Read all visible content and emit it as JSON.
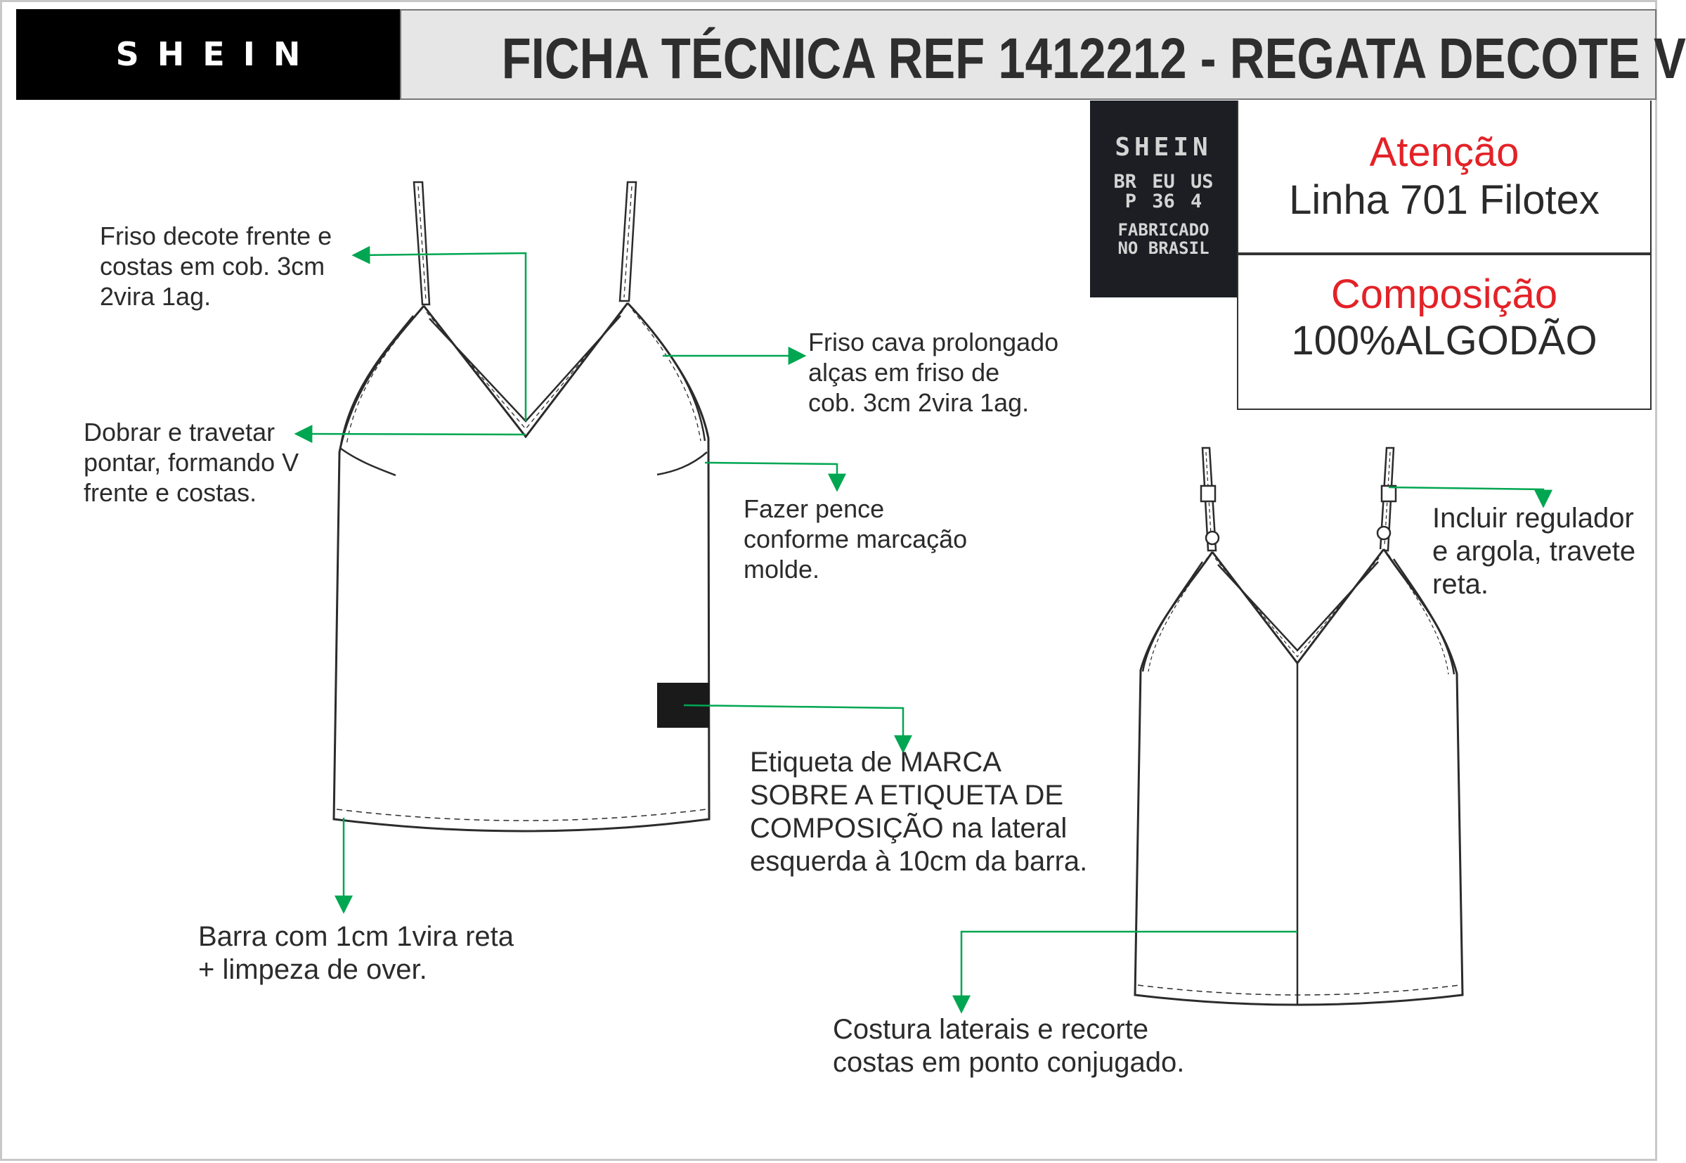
{
  "header": {
    "brand": "SHEIN",
    "title": "FICHA TÉCNICA REF 1412212 - REGATA DECOTE V"
  },
  "label_patch": {
    "brand": "SHEIN",
    "sizes_header": "BR EU US",
    "sizes_values": "P 36 4",
    "made_line1": "FABRICADO",
    "made_line2": "NO BRASIL"
  },
  "attention": {
    "heading": "Atenção",
    "value": "Linha 701 Filotex"
  },
  "composition": {
    "heading": "Composição",
    "value": "100%ALGODÃO"
  },
  "notes": {
    "friso_decote": [
      "Friso decote frente e",
      "costas em cob. 3cm",
      "2vira 1ag."
    ],
    "dobrar": [
      "Dobrar e travetar",
      "pontar, formando V",
      "frente e costas."
    ],
    "friso_cava": [
      "Friso cava prolongado",
      "alças em friso de",
      "cob. 3cm 2vira 1ag."
    ],
    "pence": [
      "Fazer pence",
      "conforme marcação",
      "molde."
    ],
    "etiqueta": [
      "Etiqueta de MARCA",
      "SOBRE A ETIQUETA DE",
      "COMPOSIÇÃO na lateral",
      "esquerda à 10cm da barra."
    ],
    "barra": [
      "Barra com 1cm 1vira reta",
      "+ limpeza de over."
    ],
    "regulador": [
      "Incluir regulador",
      "e argola, travete",
      "reta."
    ],
    "costura": [
      "Costura laterais e recorte",
      "costas em ponto conjugado."
    ]
  },
  "colors": {
    "arrow": "#00a651",
    "accent_red": "#e32227",
    "logo_bg": "#000000",
    "title_bg": "#e6e6e6",
    "label_bg": "#1c1e24"
  }
}
